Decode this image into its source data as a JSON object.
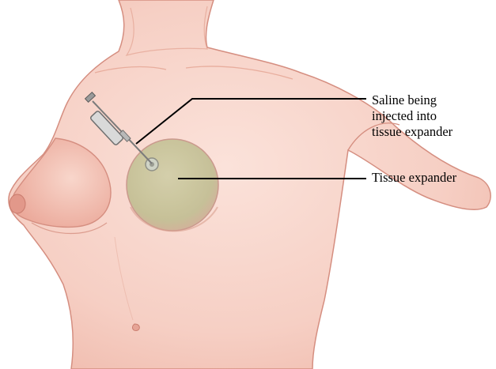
{
  "labels": {
    "saline": [
      "Saline being",
      "injected into",
      "tissue expander"
    ],
    "expander": "Tissue expander"
  },
  "colors": {
    "background": "#ffffff",
    "skin": "#f6cfc4",
    "skin_shadow": "#e9a99b",
    "skin_outline": "#d58e80",
    "expander_fill": "#c8c49a",
    "leader_line": "#000000"
  }
}
